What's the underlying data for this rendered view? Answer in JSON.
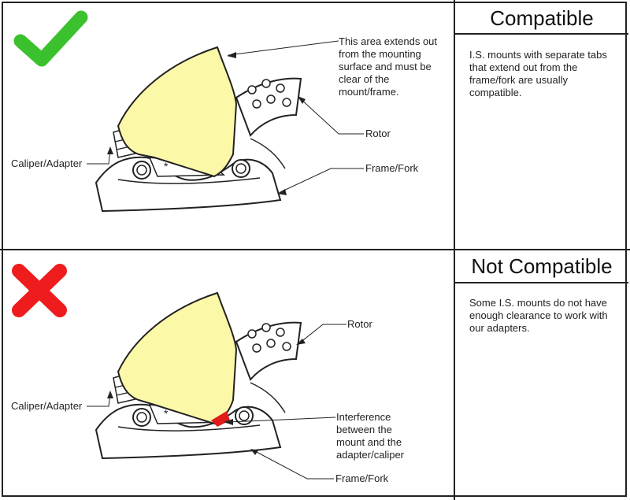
{
  "rows": [
    {
      "status": "compatible",
      "heading": "Compatible",
      "note": "I.S. mounts with separate tabs that extend out from the frame/fork are usually compatible.",
      "labels": {
        "area": "This area extends out from the mounting surface and must be clear of the mount/frame.",
        "rotor": "Rotor",
        "caliper": "Caliper/Adapter",
        "frame": "Frame/Fork"
      }
    },
    {
      "status": "not-compatible",
      "heading": "Not Compatible",
      "note": "Some I.S. mounts do not have enough clearance to work with our adapters.",
      "labels": {
        "rotor": "Rotor",
        "caliper": "Caliper/Adapter",
        "interference": "Interference between the mount and the adapter/caliper",
        "frame": "Frame/Fork"
      }
    }
  ],
  "colors": {
    "check": "#3cc12e",
    "cross": "#ee1c1c",
    "caliper_fill": "#fbf8a8",
    "interference": "#e01b1b"
  },
  "icons": [
    "check-icon",
    "cross-icon"
  ]
}
